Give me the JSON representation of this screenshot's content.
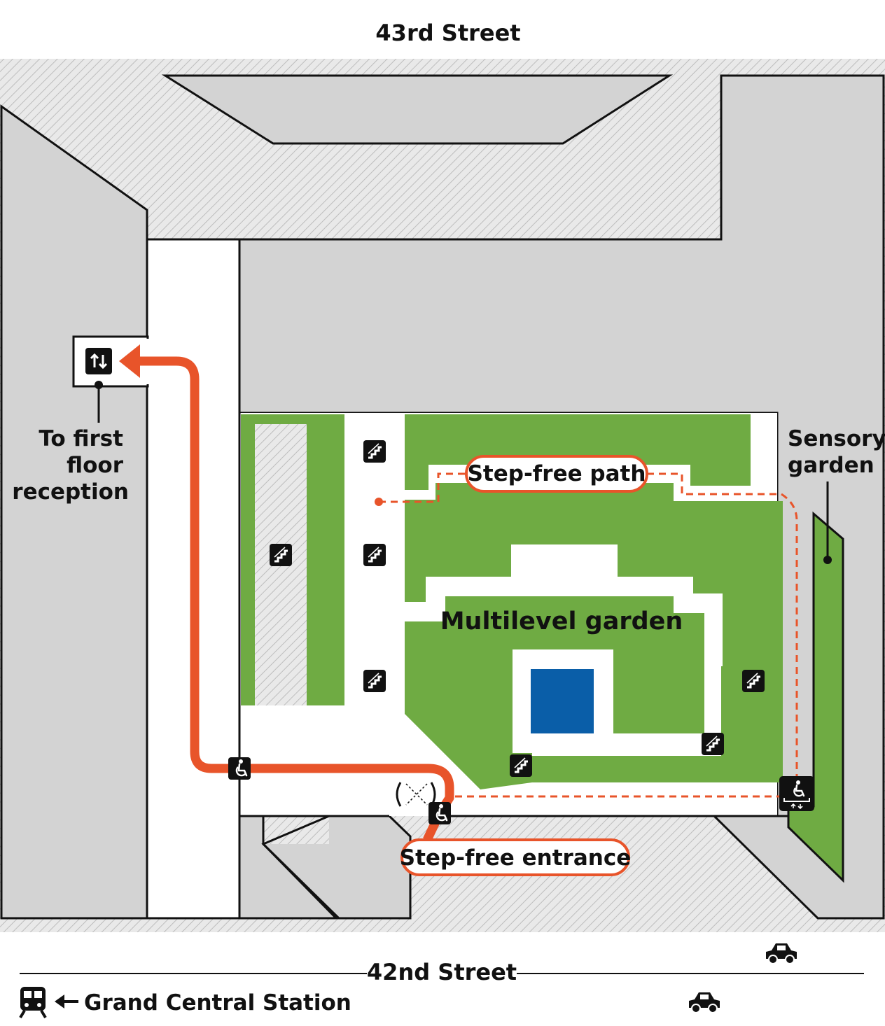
{
  "streets": {
    "north": "43rd Street",
    "south": "42nd Street"
  },
  "labels": {
    "reception_line1": "To first",
    "reception_line2": "floor",
    "reception_line3": "reception",
    "sensory_line1": "Sensory",
    "sensory_line2": "garden",
    "multilevel_garden": "Multilevel garden",
    "step_free_path": "Step-free path",
    "step_free_entrance": "Step-free entrance",
    "grand_central": "Grand Central Station"
  },
  "colors": {
    "building": "#d3d3d3",
    "hatch_background": "#e6e6e6",
    "garden": "#6fab43",
    "pond": "#0a5ea8",
    "route": "#e8542a",
    "outline": "#111111",
    "walkway": "#ffffff"
  },
  "icons": {
    "elevator": "elevator-icon",
    "stairs": "stairs-icon",
    "wheelchair": "wheelchair-icon",
    "wheelchair_lift": "wheelchair-lift-icon",
    "train": "train-icon",
    "car": "car-icon",
    "door": "no-entry-door-icon"
  }
}
